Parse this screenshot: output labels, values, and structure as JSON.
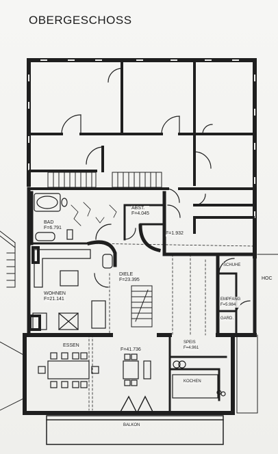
{
  "floor": {
    "title": "OBERGESCHOSS",
    "edge_text": "HOC"
  },
  "rooms": {
    "bad": {
      "name": "BAD",
      "area": "F=6.791"
    },
    "abst": {
      "name": "ABST.",
      "area": "F=4.045"
    },
    "flur": {
      "area": "F=1.932"
    },
    "diele": {
      "name": "DIELE",
      "area": "F=23.395"
    },
    "wohnen": {
      "name": "WOHNEN",
      "area": "F=21.141"
    },
    "schuhe": {
      "name": "SCHUHE"
    },
    "empfang": {
      "name": "EMPFANG",
      "area": "F=5.984"
    },
    "gard": {
      "name": "GARD."
    },
    "essen": {
      "name": "ESSEN",
      "area": "F=41.736"
    },
    "speis": {
      "name": "SPEIS",
      "area": "F=4.961"
    },
    "kochen": {
      "name": "KOCHEN"
    },
    "balkon": {
      "name": "BALKON"
    }
  },
  "colors": {
    "wall": "#1f1f1f",
    "line": "#2a2a2a",
    "paper": "#f4f4f2"
  }
}
